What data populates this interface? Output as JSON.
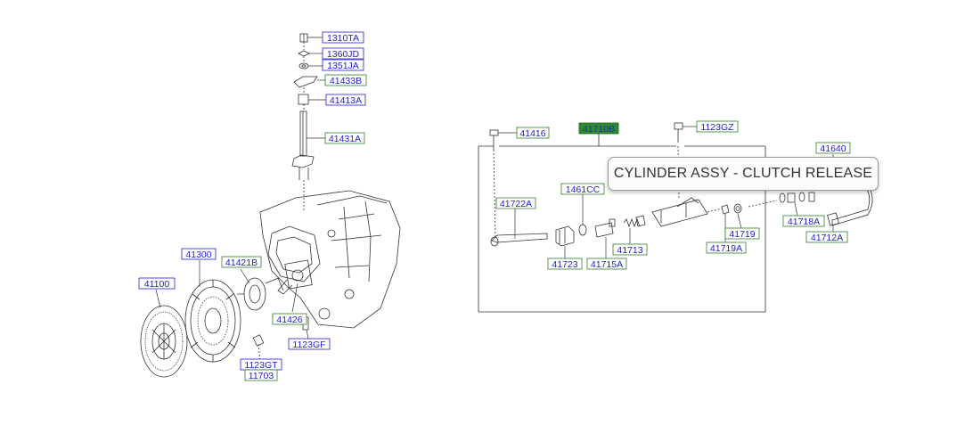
{
  "colors": {
    "link_blue": "#2222cc",
    "link_green": "#2f7a2f",
    "selected_fill": "#2e8b2e",
    "line": "#333333"
  },
  "labels": {
    "p1310TA": "1310TA",
    "p1360JD": "1360JD",
    "p1351JA": "1351JA",
    "p41433B": "41433B",
    "p41413A": "41413A",
    "p41431A": "41431A",
    "p41300": "41300",
    "p41421B": "41421B",
    "p41100": "41100",
    "p41426": "41426",
    "p1123GF": "1123GF",
    "p1123GT": "1123GT",
    "p11703": "11703",
    "p41416": "41416",
    "p41710B": "41710B",
    "p1123GZ": "1123GZ",
    "p41640": "41640",
    "p1461CC": "1461CC",
    "p41722A": "41722A",
    "p41723": "41723",
    "p41715A": "41715A",
    "p41713": "41713",
    "p41719": "41719",
    "p41719A": "41719A",
    "p41718A": "41718A",
    "p41712A": "41712A"
  },
  "tooltip": {
    "text": "CYLINDER ASSY - CLUTCH RELEASE"
  }
}
